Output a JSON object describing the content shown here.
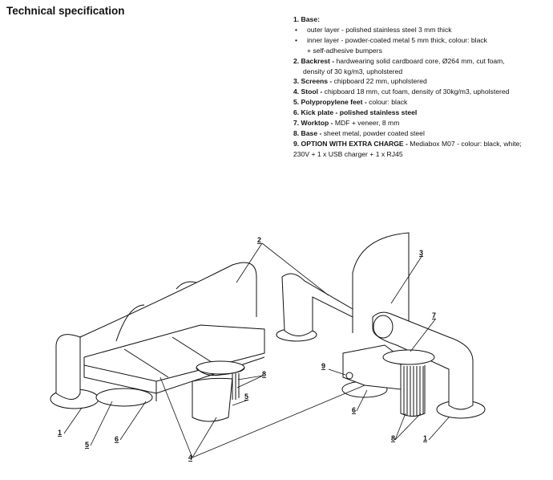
{
  "title": "Technical specification",
  "spec": {
    "item1": {
      "num": "1. Base:",
      "bullets": [
        "outer layer - polished stainless steel 3 mm thick",
        "inner layer - powder-coated metal 5 mm thick, colour: black",
        "+ self-adhesive bumpers"
      ]
    },
    "item2": {
      "head": "2. Backrest -",
      "text": " hardwearing solid cardboard core, Ø264 mm, cut foam,",
      "text2": "density of 30 kg/m3, upholstered"
    },
    "item3": {
      "head": "3. Screens -",
      "text": " chipboard 22 mm, upholstered"
    },
    "item4": {
      "head": "4. Stool -",
      "text": " chipboard 18 mm, cut foam, density of 30kg/m3, upholstered"
    },
    "item5": {
      "head": "5. Polypropylene feet -",
      "text": " colour: black"
    },
    "item6": {
      "head": "6. Kick plate - polished stainless steel"
    },
    "item7": {
      "head": "7. Worktop -",
      "text": " MDF + veneer, 8 mm"
    },
    "item8": {
      "head": "8. Base -",
      "text": " sheet metal, powder coated steel"
    },
    "item9": {
      "head": "9. OPTION WITH EXTRA CHARGE -",
      "text": " Mediabox M07 - colour: black, white;",
      "text2": "230V + 1 x USB charger + 1 x RJ45"
    }
  },
  "callouts": {
    "c1a": "1",
    "c1b": "1",
    "c2": "2",
    "c3": "3",
    "c4": "4",
    "c5a": "5",
    "c5b": "5",
    "c6a": "6",
    "c6b": "6",
    "c7": "7",
    "c8a": "8",
    "c8b": "8",
    "c9": "9"
  }
}
